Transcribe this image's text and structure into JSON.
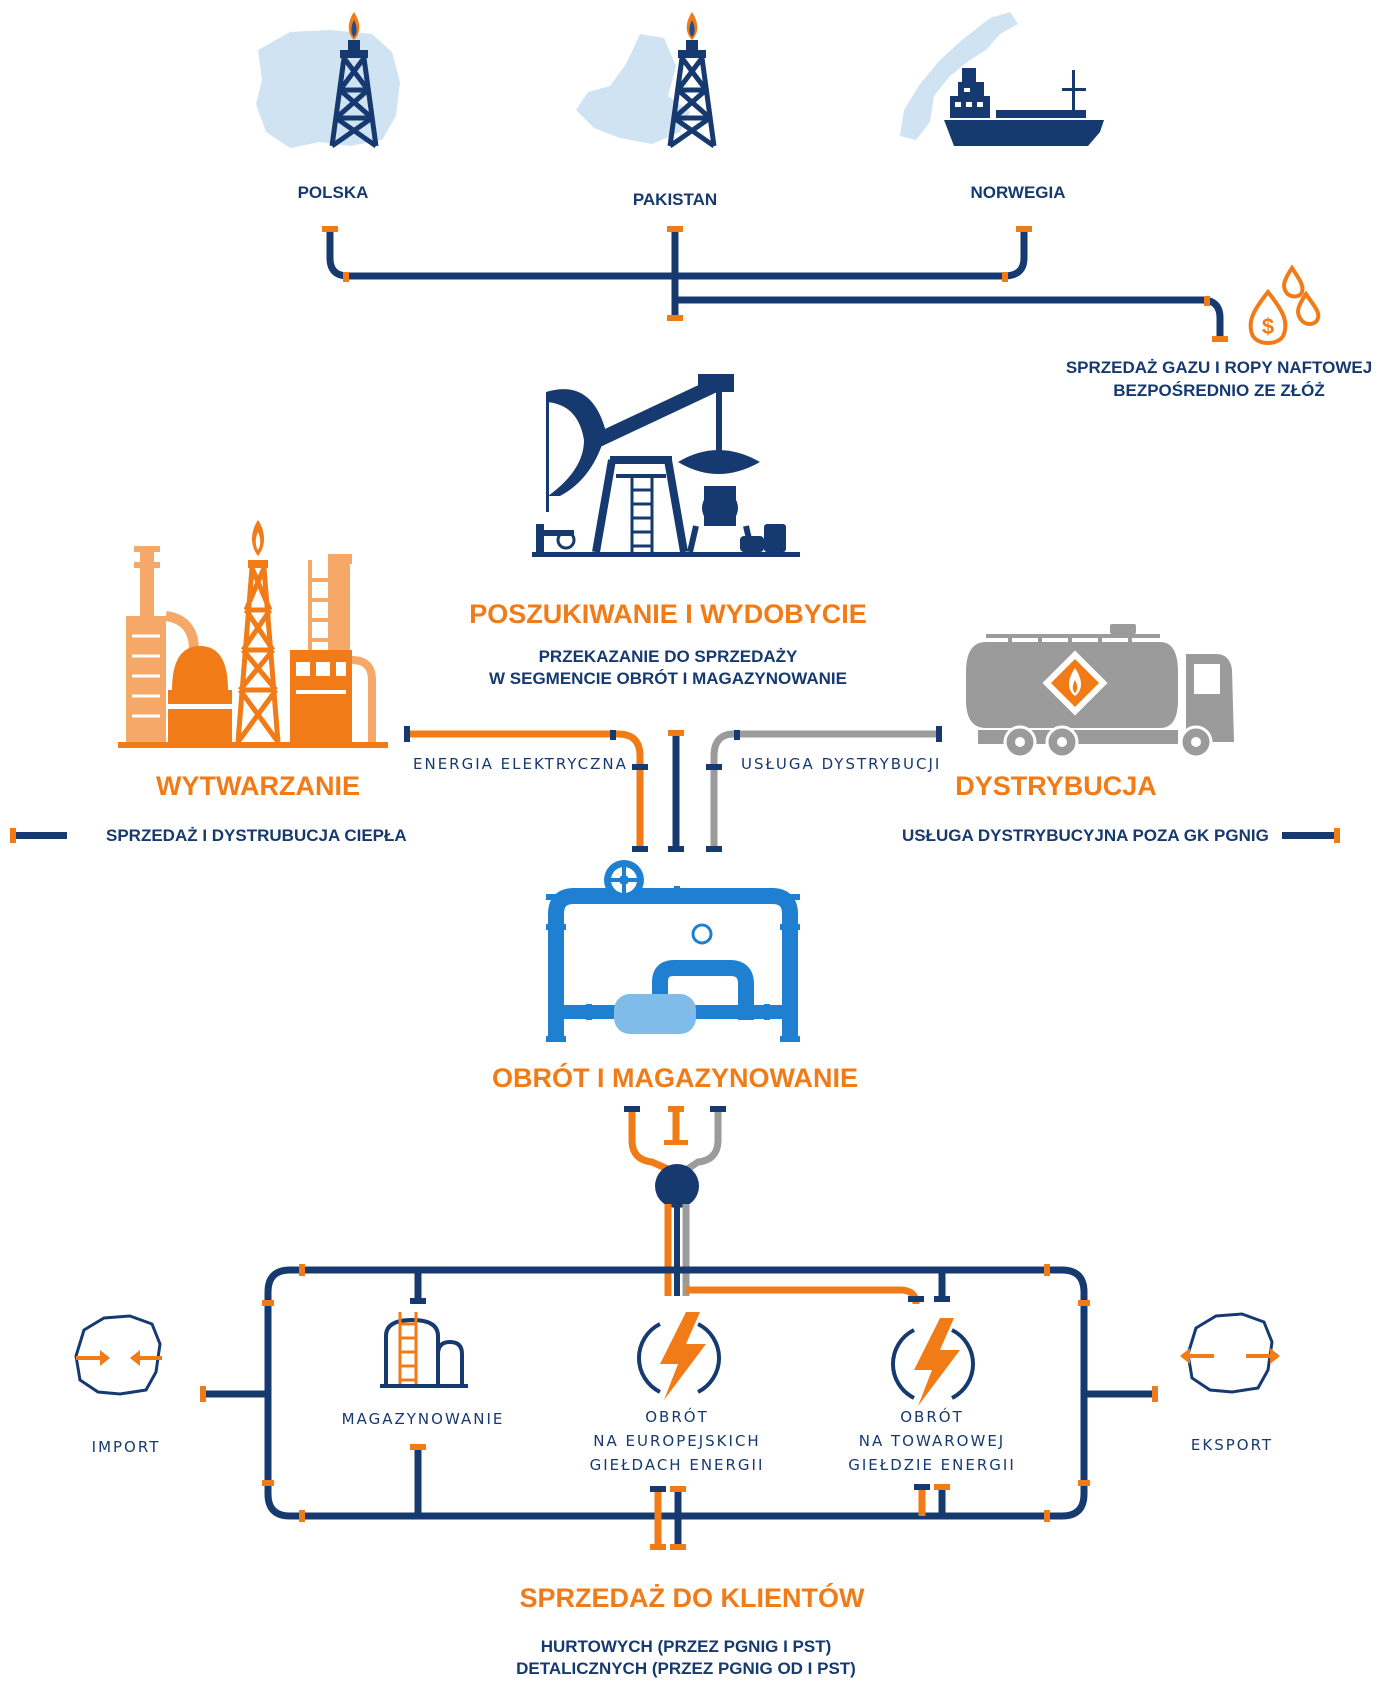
{
  "colors": {
    "navy": "#163a70",
    "orange": "#f07b17",
    "light_orange": "#f5a868",
    "gray": "#9b9b9b",
    "blue": "#1f7fd0",
    "light_blue": "#cfe3f3"
  },
  "sources": {
    "polska": "POLSKA",
    "pakistan": "PAKISTAN",
    "norwegia": "NORWEGIA"
  },
  "direct_sale": {
    "line1": "SPRZEDAŻ GAZU I ROPY NAFTOWEJ",
    "line2": "BEZPOŚREDNIO ZE ZŁÓŻ"
  },
  "exploration": {
    "title": "POSZUKIWANIE I WYDOBYCIE",
    "line1": "PRZEKAZANIE DO SPRZEDAŻY",
    "line2": "W SEGMENCIE OBRÓT I MAGAZYNOWANIE"
  },
  "generation": {
    "title": "WYTWARZANIE",
    "subtitle": "SPRZEDAŻ I DYSTRUBUCJA CIEPŁA",
    "link_label": "ENERGIA ELEKTRYCZNA"
  },
  "distribution": {
    "title": "DYSTRYBUCJA",
    "subtitle": "USŁUGA DYSTRYBUCYJNA POZA GK PGNIG",
    "link_label": "USŁUGA DYSTRYBUCJI"
  },
  "trading": {
    "title": "OBRÓT I MAGAZYNOWANIE"
  },
  "market": {
    "import": "IMPORT",
    "export": "EKSPORT",
    "storage": "MAGAZYNOWANIE",
    "eu_line1": "OBRÓT",
    "eu_line2": "NA EUROPEJSKICH",
    "eu_line3": "GIEŁDACH ENERGII",
    "tge_line1": "OBRÓT",
    "tge_line2": "NA TOWAROWEJ",
    "tge_line3": "GIEŁDZIE ENERGII"
  },
  "sales": {
    "title": "SPRZEDAŻ DO KLIENTÓW",
    "line1": "HURTOWYCH (PRZEZ PGNIG I PST)",
    "line2": "DETALICZNYCH (PRZEZ PGNIG OD I PST)"
  },
  "icons": [
    "map-poland-icon",
    "map-pakistan-icon",
    "map-norway-icon",
    "oil-derrick-icon",
    "tanker-ship-icon",
    "money-drops-icon",
    "pumpjack-icon",
    "refinery-icon",
    "tank-truck-icon",
    "gas-station-icon",
    "valve-icon",
    "storage-tank-icon",
    "lightning-icon",
    "import-map-icon",
    "export-map-icon"
  ]
}
